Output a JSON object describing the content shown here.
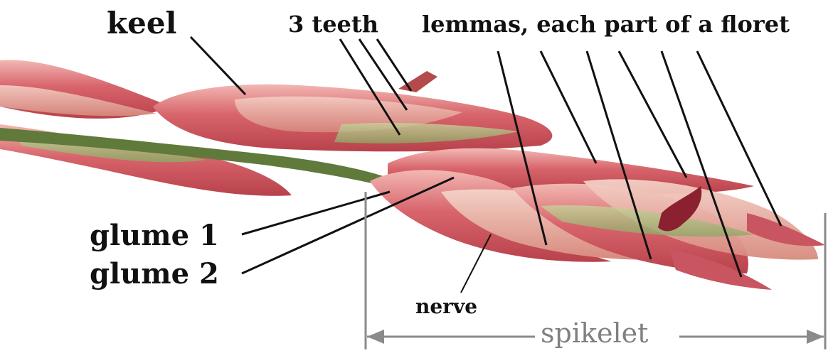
{
  "labels": {
    "keel": "keel",
    "teeth": "3 teeth",
    "lemmas": "lemmas, each part of a floret",
    "glume1": "glume 1",
    "glume2": "glume 2",
    "nerve": "nerve",
    "spikelet": "spikelet"
  },
  "colors": {
    "leader": "#111111",
    "bracket": "#8a8a8a",
    "stem": "#4f6a33",
    "lemma_light": "#e9a3a3",
    "lemma_mid": "#d2606a",
    "lemma_dark": "#a8333f",
    "glume_green": "#9ab072"
  }
}
